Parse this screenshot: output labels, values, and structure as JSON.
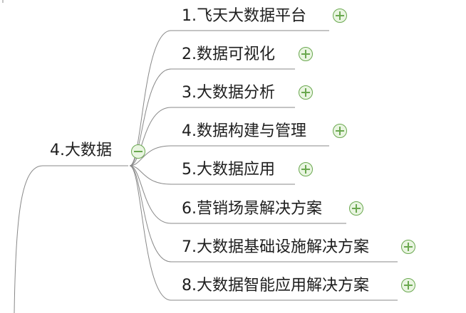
{
  "parent": {
    "label": "4.大数据",
    "toggle_icon": "collapse-minus-icon"
  },
  "children": [
    {
      "label": "1.飞天大数据平台",
      "toggle_icon": "expand-plus-icon"
    },
    {
      "label": "2.数据可视化",
      "toggle_icon": "expand-plus-icon"
    },
    {
      "label": "3.大数据分析",
      "toggle_icon": "expand-plus-icon"
    },
    {
      "label": "4.数据构建与管理",
      "toggle_icon": "expand-plus-icon"
    },
    {
      "label": "5.大数据应用",
      "toggle_icon": "expand-plus-icon"
    },
    {
      "label": "6.营销场景解决方案",
      "toggle_icon": "expand-plus-icon"
    },
    {
      "label": "7.大数据基础设施解决方案",
      "toggle_icon": "expand-plus-icon"
    },
    {
      "label": "8.大数据智能应用解决方案",
      "toggle_icon": "expand-plus-icon"
    }
  ],
  "colors": {
    "line": "#888888",
    "toggle_stroke": "#6aa84f",
    "toggle_fill": "#e9f5e1",
    "text": "#1e1e1e"
  }
}
